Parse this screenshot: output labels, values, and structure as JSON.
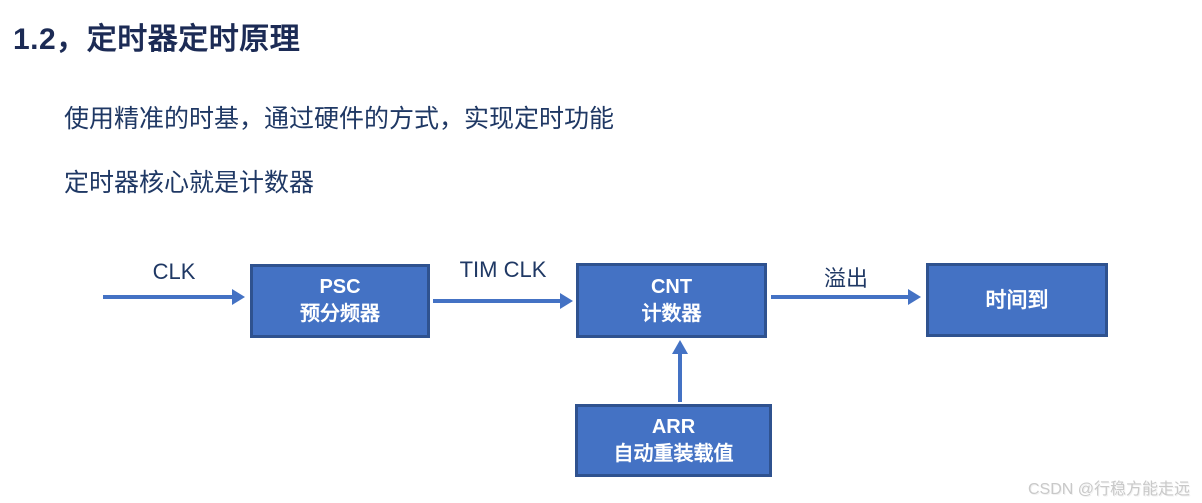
{
  "page": {
    "title": "1.2，定时器定时原理",
    "body_lines": [
      "使用精准的时基，通过硬件的方式，实现定时功能",
      "定时器核心就是计数器"
    ],
    "watermark": "CSDN @行稳方能走远"
  },
  "diagram": {
    "arrow_labels": {
      "clk": "CLK",
      "tim_clk": "TIM CLK",
      "overflow": "溢出"
    },
    "nodes": {
      "psc": {
        "line1": "PSC",
        "line2": "预分频器"
      },
      "cnt": {
        "line1": "CNT",
        "line2": "计数器"
      },
      "time_up": {
        "line1": "时间到"
      },
      "arr": {
        "line1": "ARR",
        "line2": "自动重装载值"
      }
    }
  },
  "colors": {
    "box_fill": "#4472c4",
    "box_border": "#2f528f",
    "arrow": "#4472c4",
    "title_text": "#1c2b55",
    "body_text": "#1f3864",
    "box_text": "#ffffff",
    "watermark_text": "#c9c9c9"
  }
}
